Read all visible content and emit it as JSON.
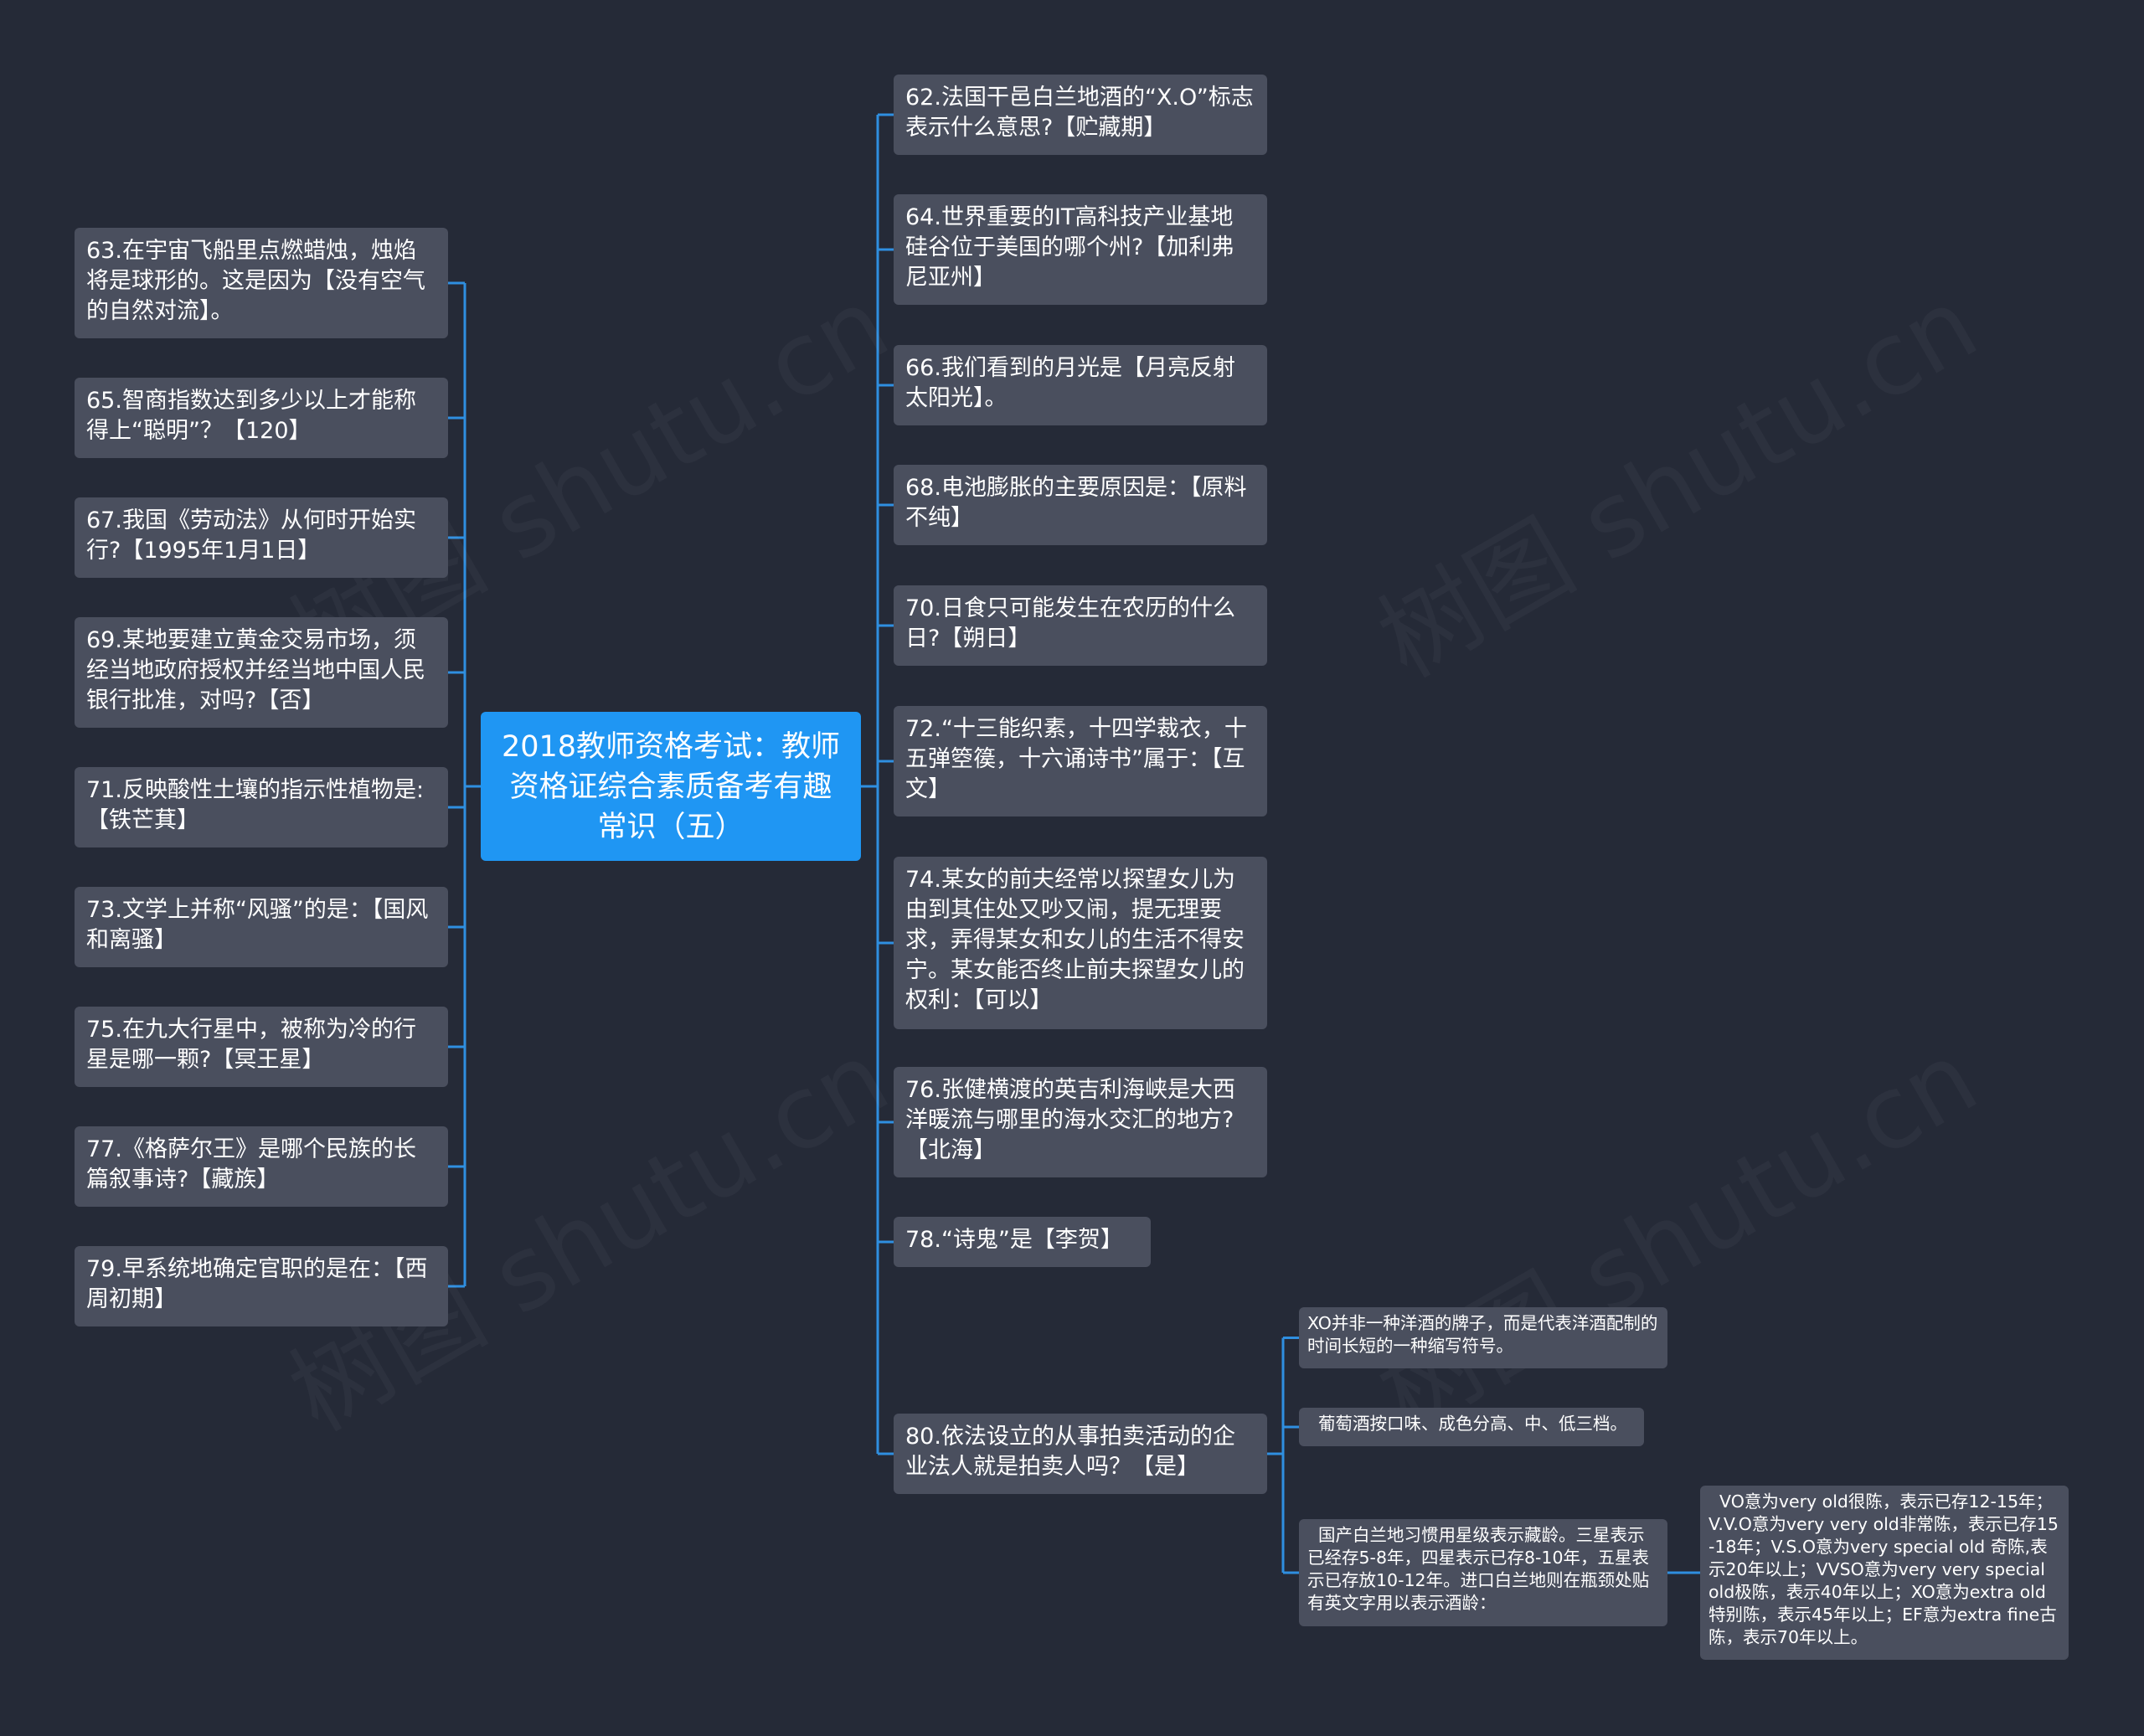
{
  "root": {
    "id": "root",
    "text": "2018教师资格考试：教师资格证综合素质备考有趣常识（五）"
  },
  "left_nodes": [
    {
      "id": "n63",
      "text": "63.在宇宙飞船里点燃蜡烛，烛焰将是球形的。这是因为【没有空气的自然对流】。"
    },
    {
      "id": "n65",
      "text": "65.智商指数达到多少以上才能称得上“聪明”？【120】"
    },
    {
      "id": "n67",
      "text": "67.我国《劳动法》从何时开始实行?【1995年1月1日】"
    },
    {
      "id": "n69",
      "text": "69.某地要建立黄金交易市场，须经当地政府授权并经当地中国人民银行批准，对吗?【否】"
    },
    {
      "id": "n71",
      "text": "71.反映酸性土壤的指示性植物是:【铁芒萁】"
    },
    {
      "id": "n73",
      "text": "73.文学上并称“风骚”的是：【国风和离骚】"
    },
    {
      "id": "n75",
      "text": "75.在九大行星中，被称为冷的行星是哪一颗?【冥王星】"
    },
    {
      "id": "n77",
      "text": "77.《格萨尔王》是哪个民族的长篇叙事诗?【藏族】"
    },
    {
      "id": "n79",
      "text": "79.早系统地确定官职的是在：【西周初期】"
    }
  ],
  "right_nodes": [
    {
      "id": "n62",
      "text": "62.法国干邑白兰地酒的“X.O”标志表示什么意思?【贮藏期】"
    },
    {
      "id": "n64",
      "text": "64.世界重要的IT高科技产业基地硅谷位于美国的哪个州?【加利弗尼亚州】"
    },
    {
      "id": "n66",
      "text": "66.我们看到的月光是【月亮反射太阳光】。"
    },
    {
      "id": "n68",
      "text": "68.电池膨胀的主要原因是：【原料不纯】"
    },
    {
      "id": "n70",
      "text": "70.日食只可能发生在农历的什么日?【朔日】"
    },
    {
      "id": "n72",
      "text": "72.“十三能织素，十四学裁衣，十五弹箜篌，十六诵诗书”属于：【互文】"
    },
    {
      "id": "n74",
      "text": "74.某女的前夫经常以探望女儿为由到其住处又吵又闹，提无理要求，弄得某女和女儿的生活不得安宁。某女能否终止前夫探望女儿的权利：【可以】"
    },
    {
      "id": "n76",
      "text": "76.张健横渡的英吉利海峡是大西洋暖流与哪里的海水交汇的地方?【北海】"
    },
    {
      "id": "n78",
      "text": "78.“诗鬼”是【李贺】"
    },
    {
      "id": "n80",
      "text": "80.依法设立的从事拍卖活动的企业法人就是拍卖人吗？【是】"
    }
  ],
  "sub_nodes": [
    {
      "id": "s1",
      "parent": "n80",
      "text": "XO并非一种洋酒的牌子，而是代表洋酒配制的时间长短的一种缩写符号。"
    },
    {
      "id": "s2",
      "parent": "n80",
      "text": "  葡萄酒按口味、成色分高、中、低三档。"
    },
    {
      "id": "s3",
      "parent": "n80",
      "text": "  国产白兰地习惯用星级表示藏龄。三星表示已经存5-8年，四星表示已存8-10年，五星表示已存放10-12年。进口白兰地则在瓶颈处贴有英文字用以表示酒龄："
    },
    {
      "id": "s4",
      "parent": "s3",
      "text": "  VO意为very old很陈，表示已存12-15年；V.V.O意为very very old非常陈，表示已存15-18年；V.S.O意为very special old 奇陈,表示20年以上；VVSO意为very very special old极陈，表示40年以上；XO意为extra old特别陈，表示45年以上；EF意为extra fine古陈，表示70年以上。"
    }
  ],
  "watermark": "树图 shutu.cn",
  "colors": {
    "background": "#252a37",
    "node": "#4a4f5e",
    "root": "#1f96f3",
    "line": "#2f8fe0",
    "text": "#ffffff"
  }
}
